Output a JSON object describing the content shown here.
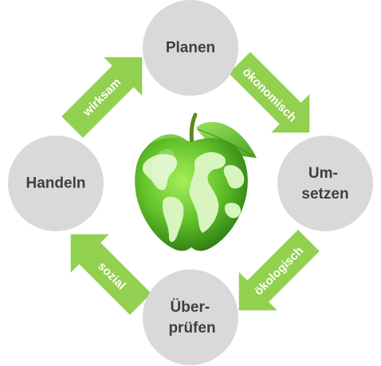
{
  "colors": {
    "node_fill": "#d9d9d9",
    "node_text": "#3f3f3f",
    "arrow_fill": "#92d050",
    "arrow_text": "#ffffff",
    "apple_dark": "#3f9a1a",
    "apple_light": "#8fe04a",
    "continents": "#d8f5c0",
    "leaf": "#6cc43a",
    "stem": "#5a8a22"
  },
  "nodes": {
    "planen": {
      "label": "Planen"
    },
    "umsetzen": {
      "line1": "Um-",
      "line2": "setzen"
    },
    "ueberpruefen": {
      "line1": "Über-",
      "line2": "prüfen"
    },
    "handeln": {
      "label": "Handeln"
    }
  },
  "arrows": {
    "oekonomisch": "ökonomisch",
    "oekologisch": "ökologisch",
    "sozial": "sozial",
    "wirksam": "wirksam"
  },
  "center_icon": "globe-apple-icon"
}
